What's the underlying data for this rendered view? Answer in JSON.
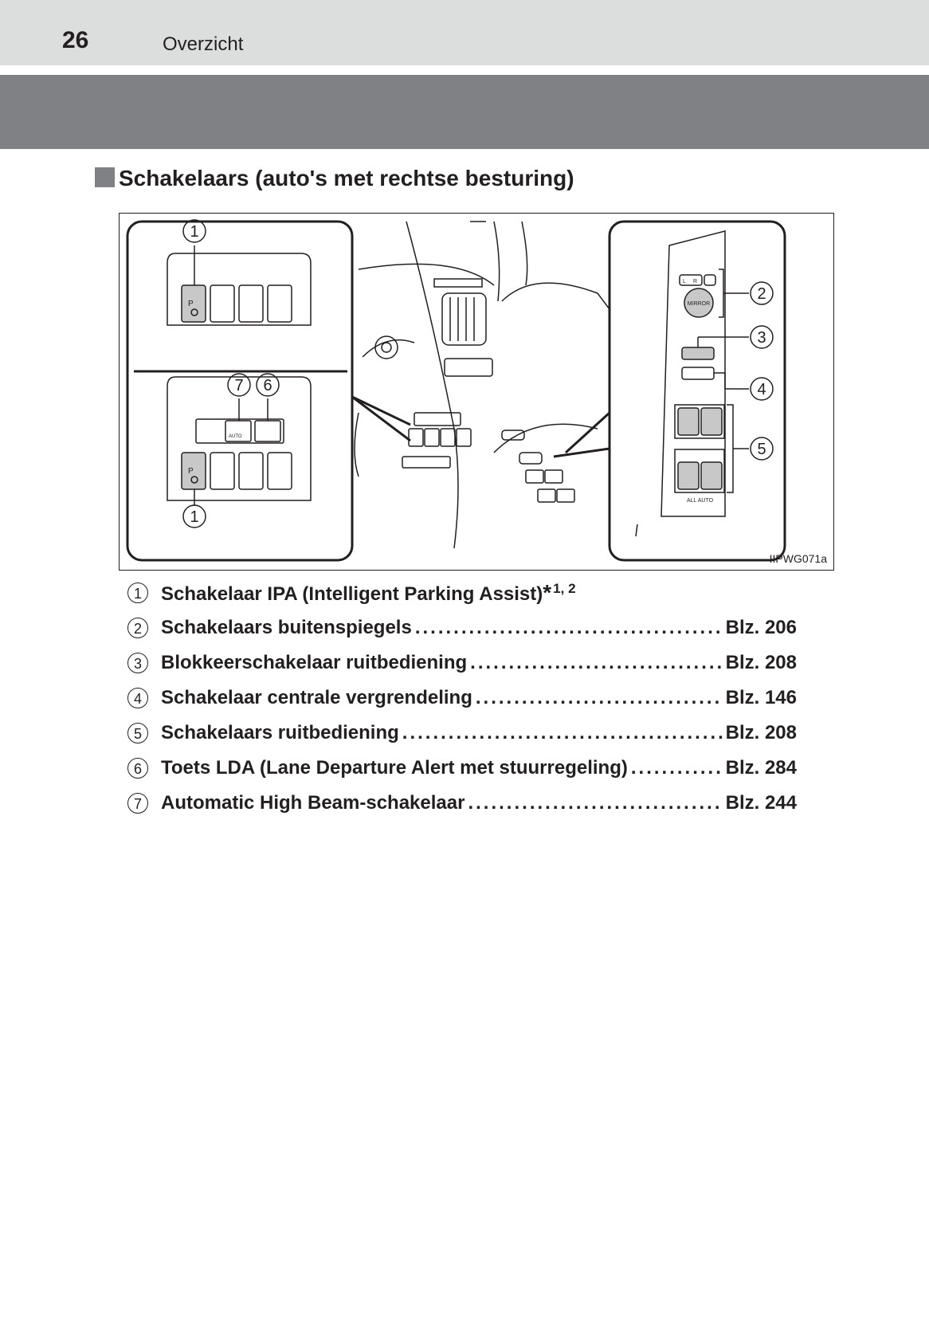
{
  "header": {
    "page_number": "26",
    "chapter": "Overzicht"
  },
  "section": {
    "title": "Schakelaars (auto's met rechtse besturing)"
  },
  "figure": {
    "code": "IIPWG071a",
    "callouts": [
      "1",
      "7",
      "6",
      "1",
      "2",
      "3",
      "4",
      "5"
    ],
    "labels": {
      "p": "P",
      "auto": "AUTO",
      "mirror": "MIRROR",
      "l": "L",
      "r": "R",
      "all_auto": "ALL AUTO"
    }
  },
  "items": [
    {
      "num": "1",
      "label": "Schakelaar IPA (Intelligent Parking Assist)",
      "star": "*",
      "note": "1, 2",
      "page": ""
    },
    {
      "num": "2",
      "label": "Schakelaars buitenspiegels",
      "page": "Blz. 206"
    },
    {
      "num": "3",
      "label": "Blokkeerschakelaar ruitbediening",
      "page": "Blz. 208"
    },
    {
      "num": "4",
      "label": "Schakelaar centrale vergrendeling",
      "page": "Blz. 146"
    },
    {
      "num": "5",
      "label": "Schakelaars ruitbediening",
      "page": "Blz. 208"
    },
    {
      "num": "6",
      "label": "Toets LDA (Lane Departure Alert met stuurregeling)",
      "page": "Blz. 284"
    },
    {
      "num": "7",
      "label": "Automatic High Beam-schakelaar",
      "page": "Blz. 244"
    }
  ]
}
